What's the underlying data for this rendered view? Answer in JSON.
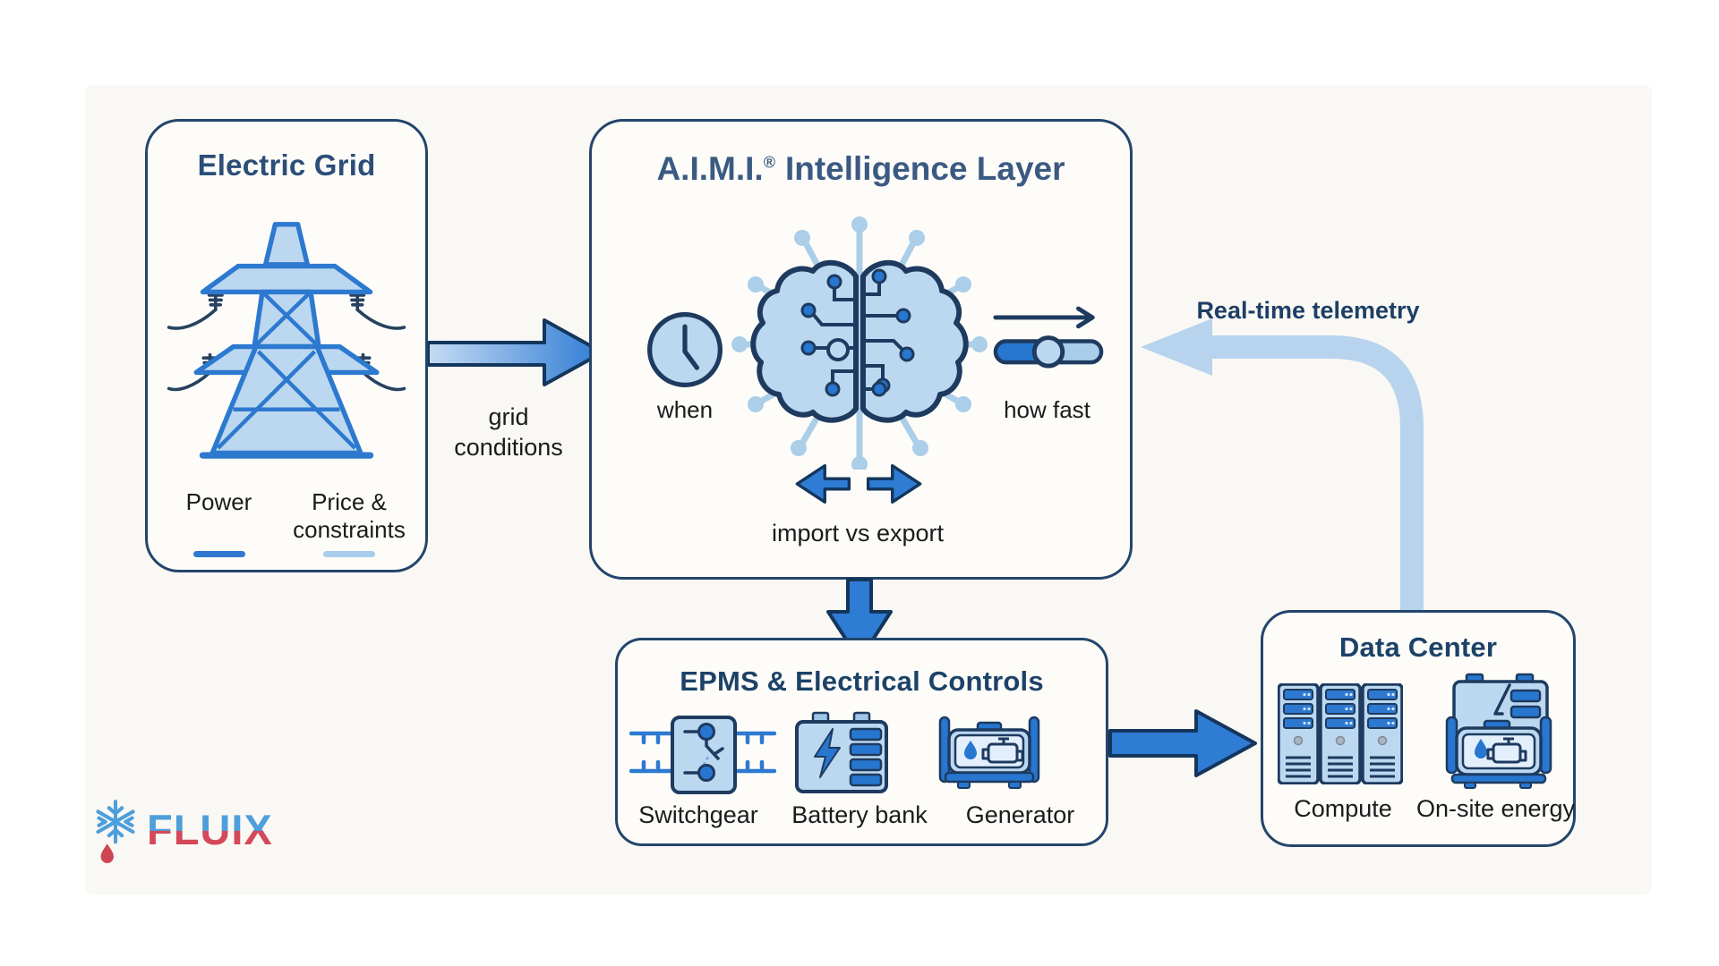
{
  "logo": {
    "brand": "FLUIX"
  },
  "colors": {
    "outline_navy": "#1e3a5f",
    "box_border": "#24456b",
    "medium_blue": "#2d79d0",
    "icon_fill_light": "#bcd8f0",
    "solid_arrow_blue": "#2f7cd4",
    "telemetry_arrow_blue": "#b7d3ee",
    "title_blue": "#3b5a82",
    "label_black": "#1b1b1b",
    "logo_blue": "#4d9fdb",
    "logo_red": "#d5485a"
  },
  "nodes": {
    "electric_grid": {
      "title": "Electric Grid",
      "icon": "transmission-tower-icon",
      "legend": [
        {
          "label": "Power",
          "color": "#2d79d0"
        },
        {
          "label": "Price & constraints",
          "color": "#a9cdec"
        }
      ]
    },
    "aimi": {
      "title_name": "A.I.M.I.",
      "title_mark": "®",
      "title_rest": "Intelligence Layer",
      "features": [
        {
          "icon": "clock-icon",
          "label": "when"
        },
        {
          "icon": "brain-circuit-icon",
          "label": ""
        },
        {
          "icon": "speed-slider-icon",
          "label": "how fast"
        }
      ],
      "exchange": {
        "icon": "left-right-arrows-icon",
        "label": "import vs export"
      }
    },
    "epms": {
      "title": "EPMS & Electrical Controls",
      "items": [
        {
          "icon": "switchgear-icon",
          "label": "Switchgear"
        },
        {
          "icon": "battery-bank-icon",
          "label": "Battery bank"
        },
        {
          "icon": "generator-icon",
          "label": "Generator"
        }
      ]
    },
    "data_center": {
      "title": "Data Center",
      "items": [
        {
          "icon": "server-racks-icon",
          "label": "Compute"
        },
        {
          "icon": "onsite-energy-icon",
          "label": "On-site energy"
        }
      ]
    }
  },
  "edges": [
    {
      "from": "electric_grid",
      "to": "aimi",
      "label": "grid conditions",
      "style": "gradient-block-arrow-right"
    },
    {
      "from": "aimi",
      "to": "epms",
      "label": "",
      "style": "solid-block-arrow-down"
    },
    {
      "from": "epms",
      "to": "data_center",
      "label": "",
      "style": "solid-block-arrow-right"
    },
    {
      "from": "data_center",
      "to": "aimi",
      "label": "Real-time telemetry",
      "style": "rounded-elbow-arrow-left"
    }
  ]
}
